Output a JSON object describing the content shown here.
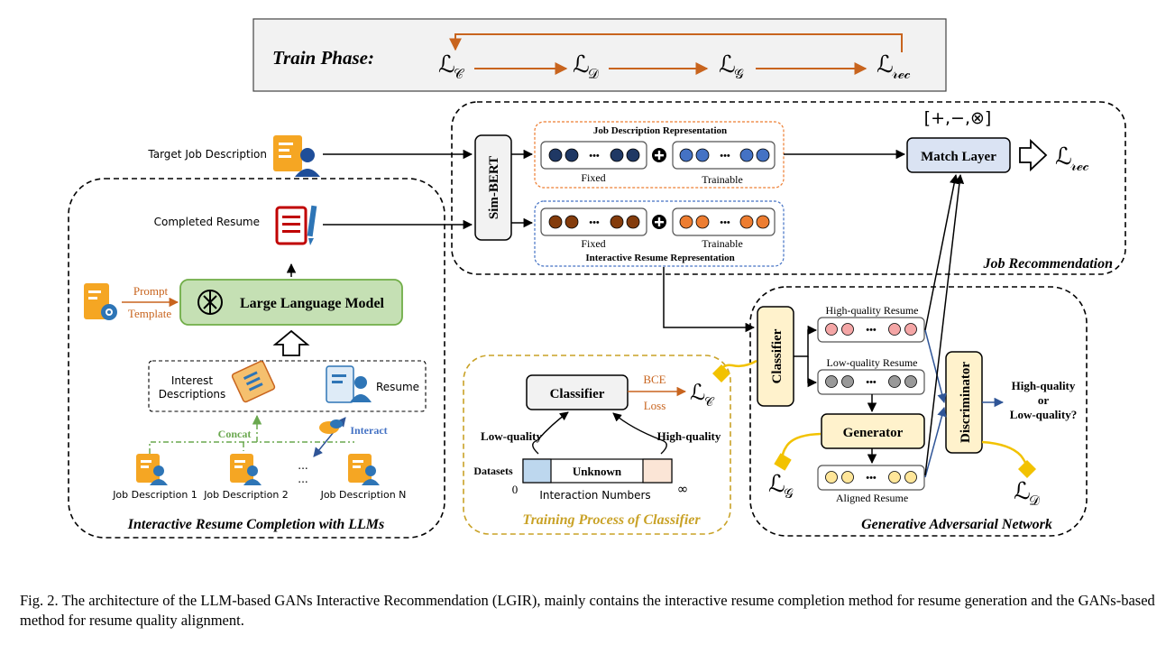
{
  "train_phase": {
    "label": "Train Phase:",
    "losses": [
      {
        "base": "ℒ",
        "sub": "𝒞"
      },
      {
        "base": "ℒ",
        "sub": "𝒟"
      },
      {
        "base": "ℒ",
        "sub": "𝒢"
      },
      {
        "base": "ℒ",
        "sub": "𝓇ℯ𝒸"
      }
    ]
  },
  "job_recommendation": {
    "region_label": "Job Recommendation",
    "target_job_label": "Target Job Description",
    "completed_resume_label": "Completed Resume",
    "encoder_label": "Sim-BERT",
    "job_repr_title": "Job Description Representation",
    "resume_repr_title": "Interactive Resume Representation",
    "fixed_label": "Fixed",
    "trainable_label": "Trainable",
    "match_ops": "[+,−,⊗]",
    "match_layer": "Match Layer",
    "output_loss": {
      "base": "ℒ",
      "sub": "𝓇ℯ𝒸"
    },
    "ellipsis": "•••"
  },
  "resume_completion": {
    "region_label": "Interactive Resume Completion with LLMs",
    "prompt_label": "Prompt",
    "template_label": "Template",
    "llm_label": "Large Language Model",
    "interest_label": "Interest\nDescriptions",
    "resume_label": "Resume",
    "concat_label": "Concat",
    "interact_label": "Interact",
    "job_descriptions": [
      "Job Description 1",
      "Job Description 2",
      "Job Description N"
    ],
    "dots": "..."
  },
  "classifier_training": {
    "region_label": "Training Process of Classifier",
    "classifier_label": "Classifier",
    "bce_label": "BCE",
    "loss_label": "Loss",
    "loss_symbol": {
      "base": "ℒ",
      "sub": "𝒞"
    },
    "low_quality_label": "Low-quality",
    "high_quality_label": "High-quality",
    "datasets_label": "Datasets",
    "unknown_label": "Unknown",
    "axis_label": "Interaction Numbers",
    "axis_start": "0",
    "axis_end": "∞"
  },
  "gan": {
    "region_label": "Generative Adversarial Network",
    "classifier_label": "Classifier",
    "high_quality_resume": "High-quality Resume",
    "low_quality_resume": "Low-quality Resume",
    "generator_label": "Generator",
    "aligned_resume": "Aligned Resume",
    "discriminator_label": "Discriminator",
    "output_question": "High-quality\nor\nLow-quality?",
    "gen_loss": {
      "base": "ℒ",
      "sub": "𝒢"
    },
    "disc_loss": {
      "base": "ℒ",
      "sub": "𝒟"
    }
  },
  "colors": {
    "orange_arrow": "#c8641e",
    "job_fixed_dot": "#1f3864",
    "job_trainable_dot": "#4472c4",
    "resume_fixed_dot": "#843c0c",
    "resume_trainable_dot": "#ed7d31",
    "high_quality_dot": "#f4a6a6",
    "low_quality_dot": "#999999",
    "aligned_dot": "#ffe699",
    "llm_fill": "#c5e0b4",
    "match_fill": "#dae3f3",
    "gold": "#f2c200",
    "concat_green": "#6aa84f",
    "interact_blue": "#4472c4"
  },
  "caption": "Fig. 2.  The architecture of the LLM-based GANs Interactive Recommendation (LGIR), mainly contains the interactive resume completion method for resume generation and the GANs-based method for resume quality alignment."
}
